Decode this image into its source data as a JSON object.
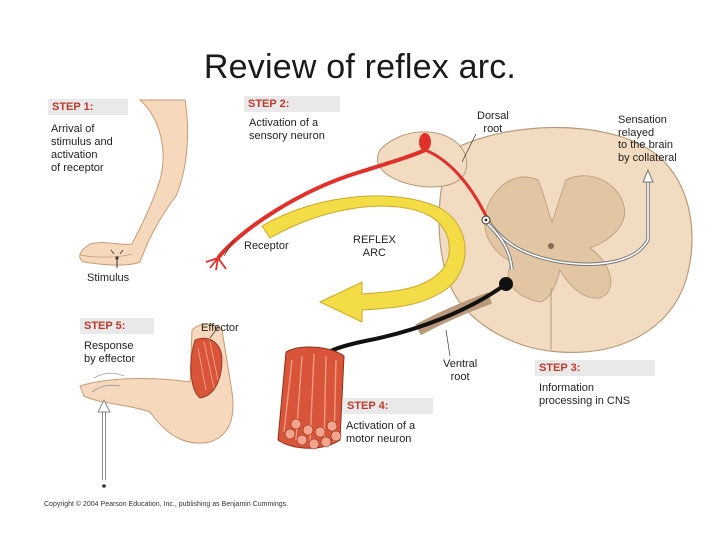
{
  "title": "Review of reflex arc.",
  "steps": [
    {
      "label": "STEP 1:",
      "desc": "Arrival of\nstimulus and\nactivation\nof receptor"
    },
    {
      "label": "STEP 2:",
      "desc": "Activation of a\nsensory neuron"
    },
    {
      "label": "STEP 3:",
      "desc": "Information\nprocessing in CNS"
    },
    {
      "label": "STEP 4:",
      "desc": "Activation of a\nmotor neuron"
    },
    {
      "label": "STEP 5:",
      "desc": "Response\nby effector"
    }
  ],
  "labels": {
    "stimulus": "Stimulus",
    "receptor": "Receptor",
    "reflex_arc": "REFLEX\nARC",
    "dorsal_root": "Dorsal\nroot",
    "sensation": "Sensation\nrelayed\nto the brain\nby collateral",
    "effector": "Effector",
    "ventral_root": "Ventral\nroot"
  },
  "copyright": "Copyright © 2004 Pearson Education, Inc., publishing as Benjamin Cummings.",
  "colors": {
    "step_label": "#c0392b",
    "step_bar": "#e9e9e9",
    "spinal_cord": "#f1dcc2",
    "gray_matter": "#e2c6a4",
    "sensory_neuron": "#e0312a",
    "motor_neuron": "#111111",
    "reflex_arrow": "#f3dc45",
    "skin": "#f6d9bd",
    "muscle": "#d9553a"
  }
}
